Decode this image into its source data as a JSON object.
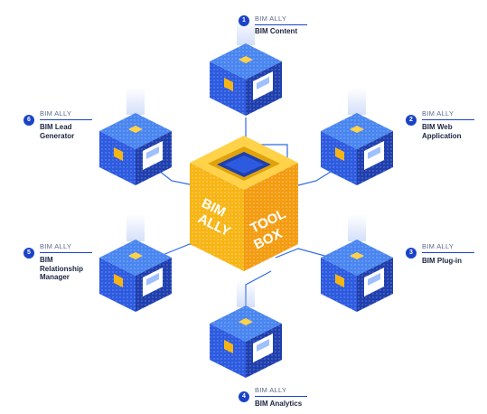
{
  "colors": {
    "blue_dark": "#1f3fae",
    "blue_mid": "#2d5be0",
    "blue_light": "#4a86f0",
    "gold_front": "#f7b515",
    "gold_side": "#f39c10",
    "gold_top": "#ffd24a",
    "connector": "#2f6be6"
  },
  "center": {
    "left_text": [
      "BIM",
      "ALLY"
    ],
    "right_text": [
      "TOOL",
      "BOX"
    ]
  },
  "nodes": [
    {
      "number": "1",
      "brand": "BIM ALLY",
      "title": [
        "BIM Content"
      ],
      "icon": "content-icon"
    },
    {
      "number": "2",
      "brand": "BIM ALLY",
      "title": [
        "BIM Web",
        "Application"
      ],
      "icon": "web-app-icon"
    },
    {
      "number": "3",
      "brand": "BIM ALLY",
      "title": [
        "BIM Plug-in"
      ],
      "icon": "plugin-icon"
    },
    {
      "number": "4",
      "brand": "BIM ALLY",
      "title": [
        "BIM Analytics"
      ],
      "icon": "analytics-icon"
    },
    {
      "number": "5",
      "brand": "BIM ALLY",
      "title": [
        "BIM",
        "Relationship",
        "Manager"
      ],
      "icon": "relationship-icon"
    },
    {
      "number": "6",
      "brand": "BIM ALLY",
      "title": [
        "BIM Lead",
        "Generator"
      ],
      "icon": "lead-icon"
    }
  ]
}
